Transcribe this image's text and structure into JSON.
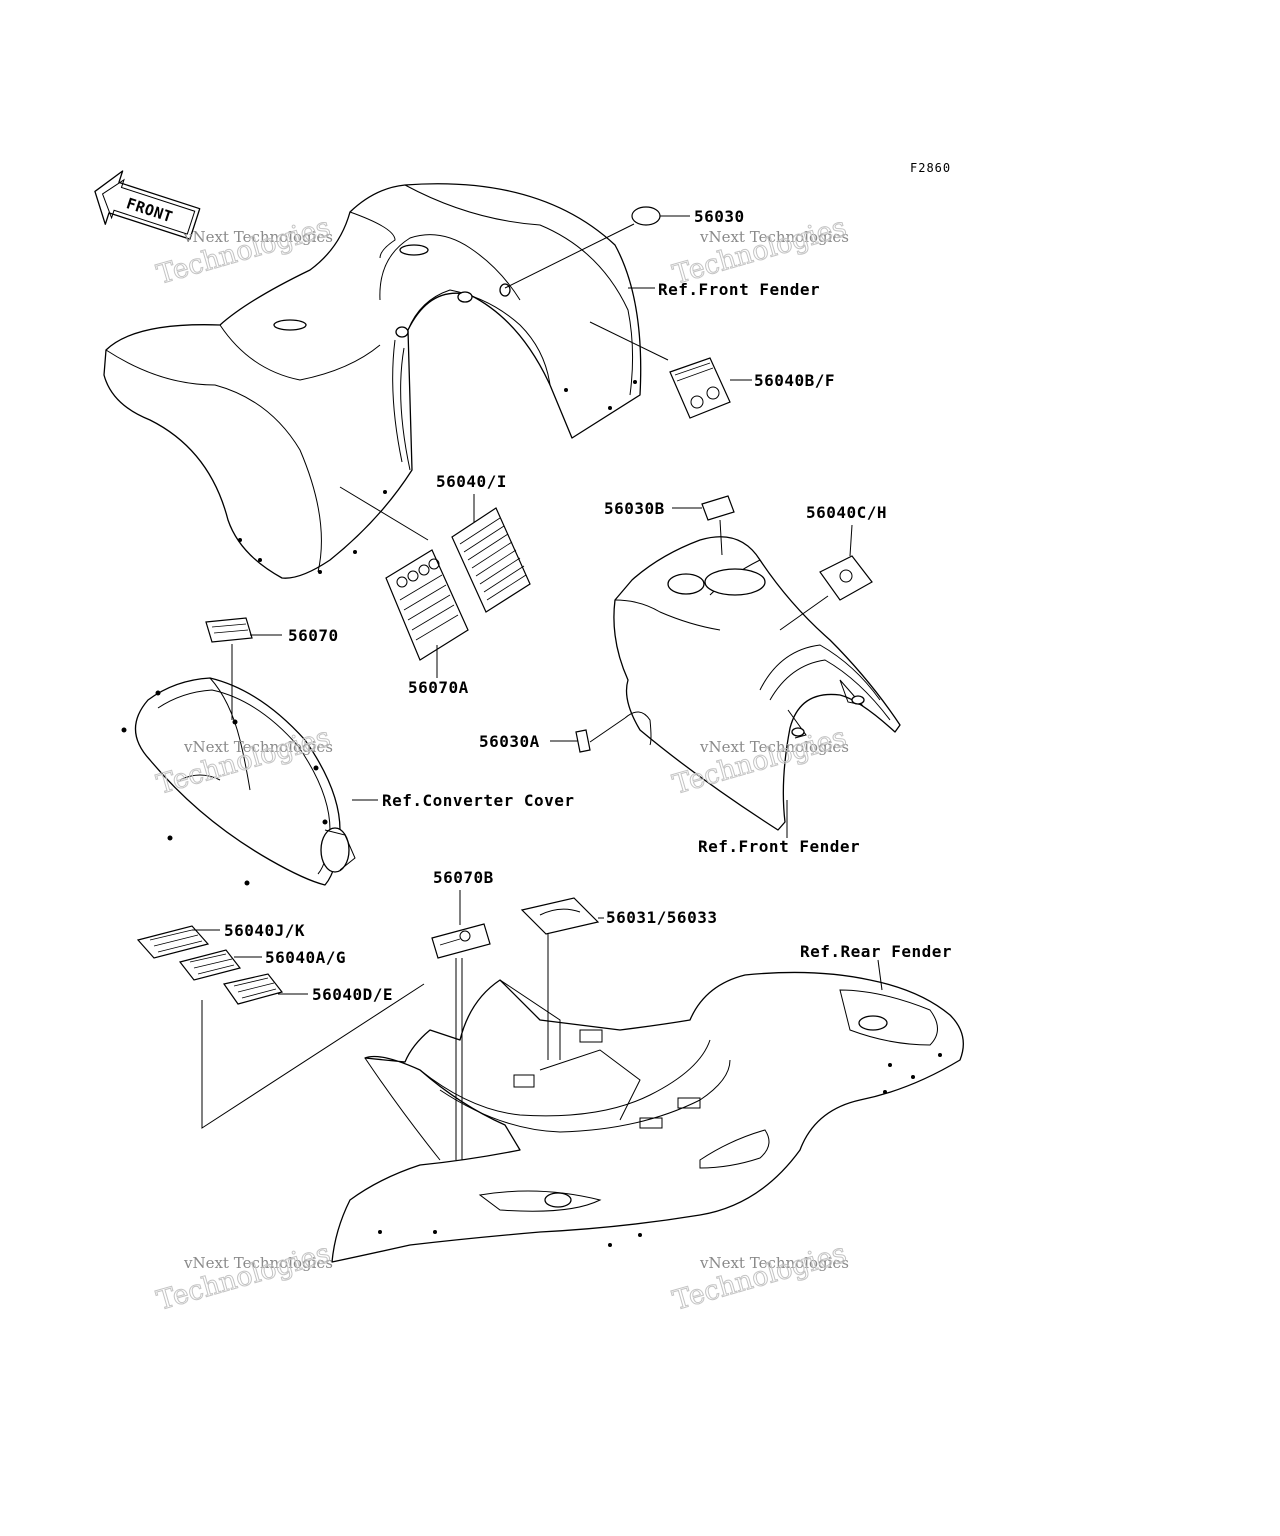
{
  "figure_code": "F2860",
  "front_arrow": "FRONT",
  "watermark": {
    "line1": "vNext Technologies",
    "line2": "Technologies"
  },
  "labels": {
    "p56030": "56030",
    "ref_front_fender_top": "Ref.Front Fender",
    "p56040bf": "56040B/F",
    "p56040i": "56040/I",
    "p56030b": "56030B",
    "p56040ch": "56040C/H",
    "p56070": "56070",
    "p56070a": "56070A",
    "p56030a": "56030A",
    "ref_converter_cover": "Ref.Converter Cover",
    "ref_front_fender_mid": "Ref.Front Fender",
    "p56070b": "56070B",
    "p56031_56033": "56031/56033",
    "ref_rear_fender": "Ref.Rear Fender",
    "p56040jk": "56040J/K",
    "p56040ag": "56040A/G",
    "p56040de": "56040D/E"
  }
}
